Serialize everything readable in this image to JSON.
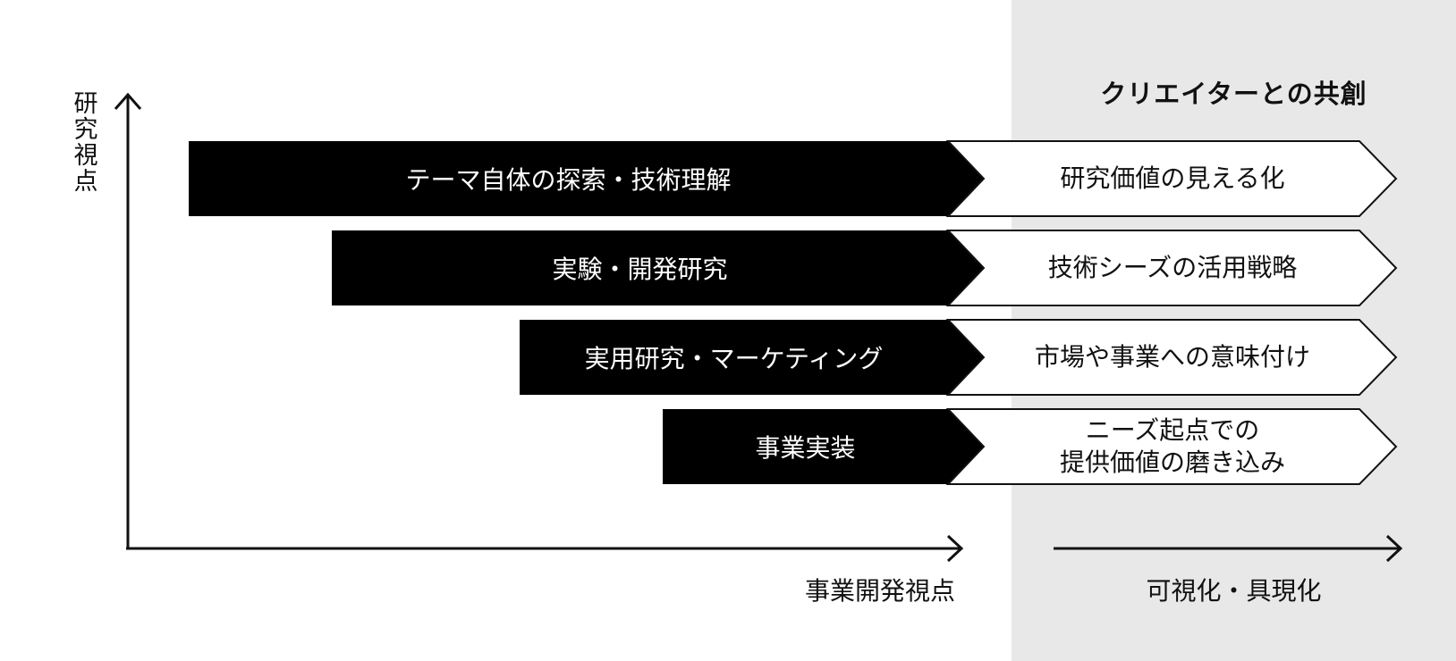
{
  "panel": {
    "title": "クリエイターとの共創"
  },
  "axes": {
    "y_label": "研究視点",
    "x_left_label": "事業開発視点",
    "x_right_label": "可視化・具現化"
  },
  "rows": [
    {
      "input": "テーマ自体の探索・技術理解",
      "output_lines": [
        "研究価値の見える化"
      ]
    },
    {
      "input": "実験・開発研究",
      "output_lines": [
        "技術シーズの活用戦略"
      ]
    },
    {
      "input": "実用研究・マーケティング",
      "output_lines": [
        "市場や事業への意味付け"
      ]
    },
    {
      "input": "事業実装",
      "output_lines": [
        "ニーズ起点での",
        "提供価値の磨き込み"
      ]
    }
  ],
  "colors": {
    "bar": "#000000",
    "panel": "#e8e8e8",
    "line": "#111111"
  }
}
